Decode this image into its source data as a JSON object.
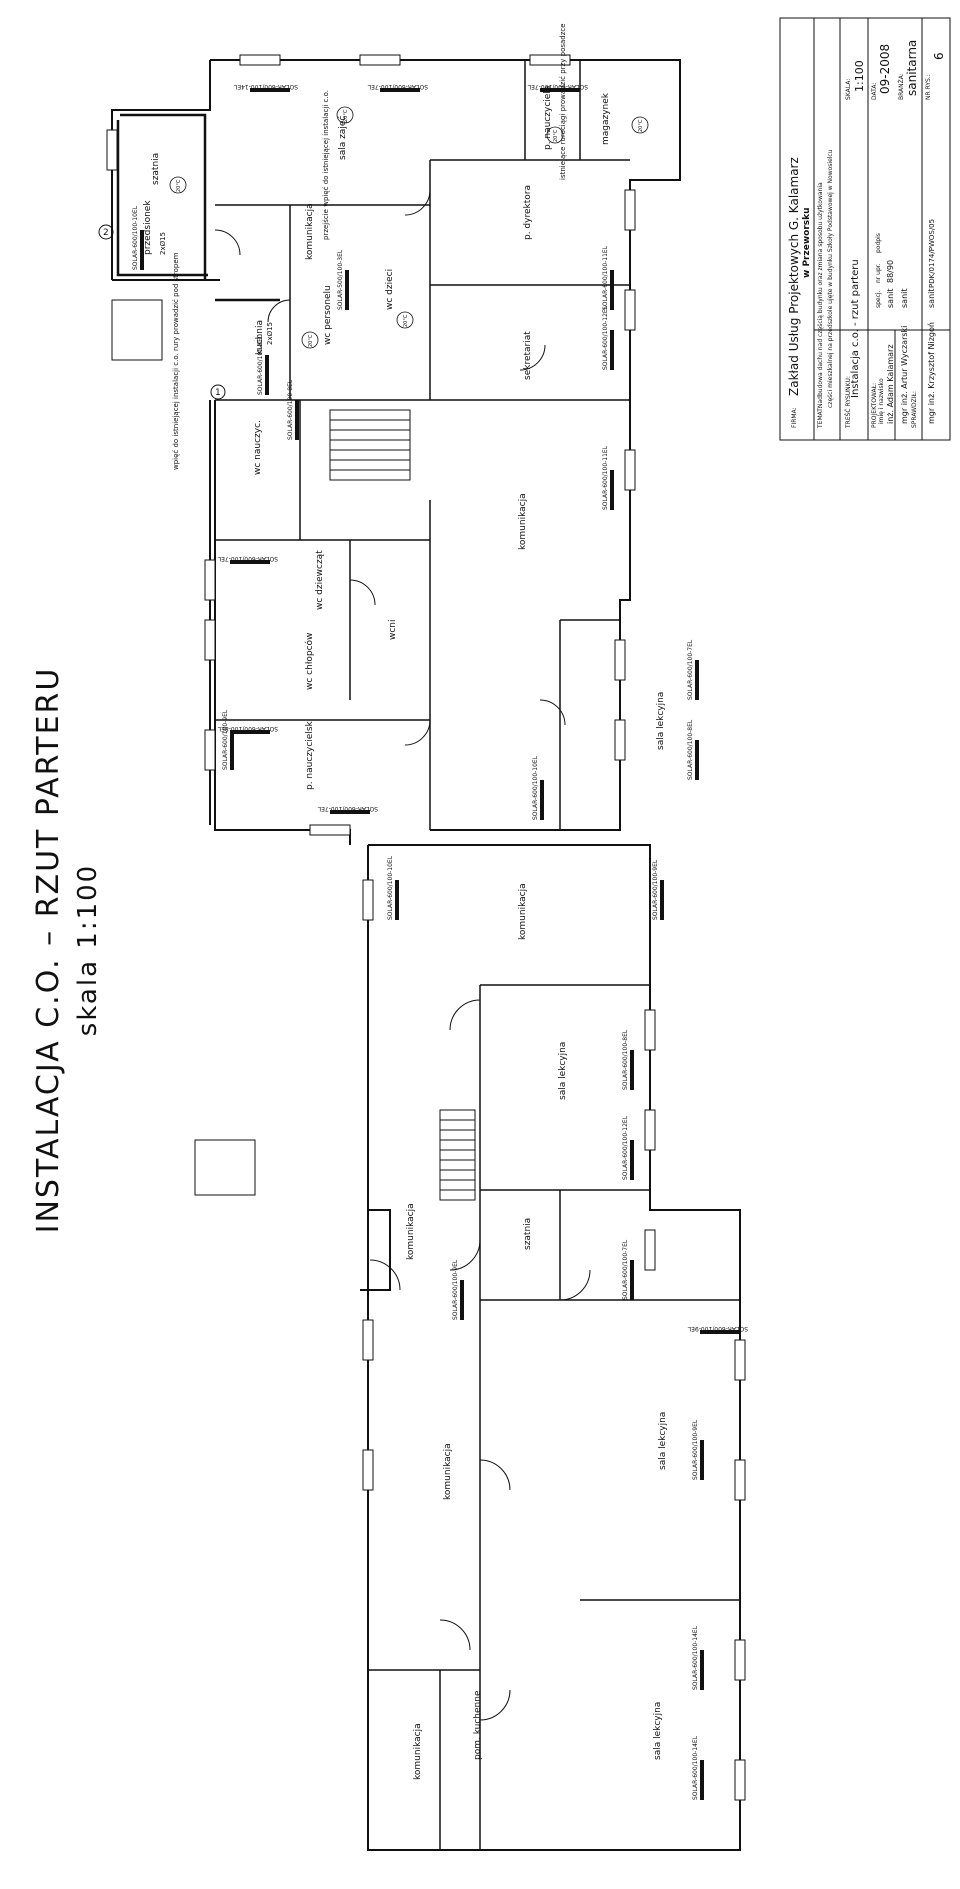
{
  "title": {
    "main": "INSTALACJA C.O. – RZUT PARTERU",
    "scale": "skala 1:100"
  },
  "titleblock": {
    "firm_label": "FIRMA:",
    "firm": "Zakład Usług Projektowych G. Kalamarz",
    "firm_city": "w Przeworsku",
    "topic_label": "TEMAT:",
    "topic_1": "Nadbudowa dachu nad częścią budynku oraz zmiana sposobu użytkowania",
    "topic_2": "części mieszkalnej na przedszkole ujęte w budynku Szkoły Podstawowej w Nowosielcu",
    "content_label": "TREŚĆ RYSUNKU:",
    "content": "Instalacja c.o. - rzut parteru",
    "scale_label": "SKALA:",
    "scale": "1:100",
    "designers_label": "PROJEKTOWAŁ:",
    "designers_cols": "imię i nazwisko",
    "spec_col": "specj.",
    "permit_col": "nr upr.",
    "sign_col": "podpis",
    "designer_1": "inż. Adam Kalamarz",
    "designer_1_spec": "sanit",
    "designer_1_permit": "88/90",
    "designer_2": "mgr inż. Artur Wyczarski",
    "designer_2_spec": "sanit",
    "checker_label": "SPRAWDZIŁ:",
    "checker": "mgr inż. Krzysztof Nizgoń",
    "checker_spec": "sanit",
    "checker_permit": "PDK/0174/PWOS/05",
    "date_label": "DATA:",
    "date": "09-2008",
    "branch_label": "BRANŻA:",
    "branch": "sanitarna",
    "sheet_label": "NR RYS.:",
    "sheet": "6"
  },
  "rooms": [
    "szatnia",
    "przedsionek",
    "sala zajęć",
    "komunikacja",
    "kuchnia",
    "wc personelu",
    "wc dzieci",
    "p. dyrektora",
    "sekretariat",
    "p. nauczyciela",
    "magazynek",
    "istniejące rurociągi prowadzić przy posadzce",
    "wc nauczyc.",
    "wc dziewcząt",
    "wc chłopców",
    "wcni",
    "p. nauczycielski",
    "komunikacja",
    "sala lekcyjna",
    "komunikacja",
    "sala lekcyjna",
    "szatnia",
    "komunikacja",
    "sala lekcyjna",
    "komunikacja",
    "sala lekcyjna",
    "pom. kuchenne",
    "komunikacja"
  ],
  "radiators": [
    "SOLAR-600/100-10EL",
    "SOLAR-600/100-14EL",
    "SOLAR-600/100-7EL",
    "SOLAR-600/100-7EL",
    "SOLAR-600/100-11EL",
    "SOLAR-600/100-12EL",
    "SOLAR-600/100-8EL",
    "SOLAR-600/100-8EL",
    "SOLAR-600/100-11EL",
    "SOLAR-500/100-3EL",
    "SOLAR-600/100-7EL",
    "SOLAR-600/100-8EL",
    "SOLAR-600/100-9EL",
    "SOLAR-600/100-7EL",
    "SOLAR-600/100-7EL",
    "SOLAR-600/100-8EL",
    "SOLAR-600/100-10EL",
    "SOLAR-600/100-10EL",
    "SOLAR-600/100-9EL",
    "SOLAR-600/100-8EL",
    "SOLAR-600/100-12EL",
    "SOLAR-600/100-7EL",
    "SOLAR-600/100-9EL",
    "SOLAR-600/100-9EL",
    "SOLAR-600/100-9EL",
    "SOLAR-600/100-14EL",
    "SOLAR-600/100-14EL"
  ],
  "notes": {
    "existing_ch": "przejście wpięć do istniejącej instalacji c.o.",
    "riser_note": "wpięć do istniejącej instalacji c.o. rury prowadzić pod stropem",
    "marker_1": "1",
    "marker_2": "2",
    "temp_20": "20°C",
    "pipe_1": "2xØ15",
    "pipe_2": "2xØ15"
  }
}
